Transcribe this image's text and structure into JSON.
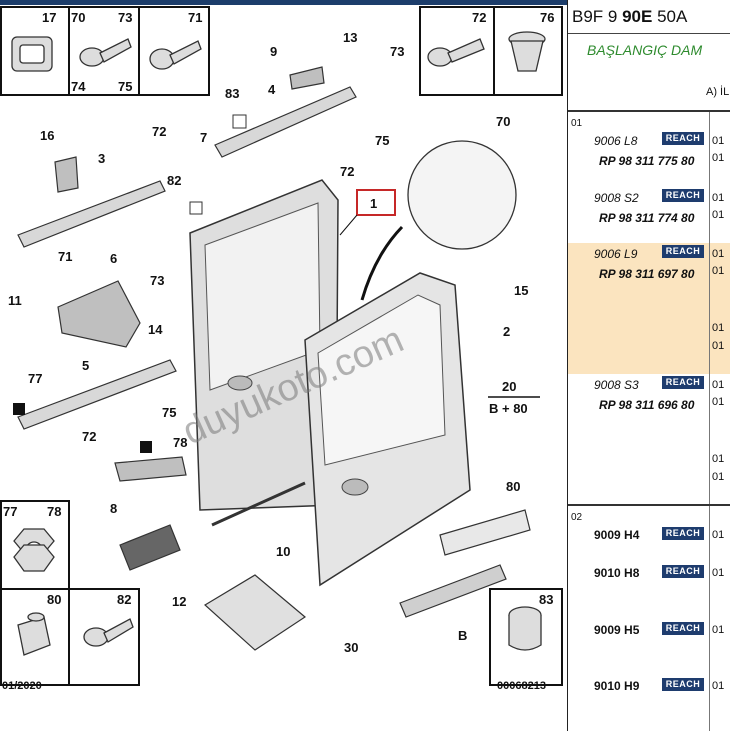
{
  "diagram": {
    "inset_labels": {
      "top_left_a": "17",
      "top_left_b": "70",
      "top_left_c": "73",
      "top_left_d": "74",
      "top_left_e": "75",
      "top_left_f": "71",
      "top_right_a": "72",
      "top_right_b": "76",
      "bottom_left_a": "77",
      "bottom_left_b": "78",
      "bottom_left_c": "80",
      "bottom_left_d": "82",
      "bottom_right": "83"
    },
    "callouts": [
      "16",
      "3",
      "71",
      "11",
      "5",
      "77",
      "72",
      "8",
      "72",
      "7",
      "82",
      "6",
      "73",
      "83",
      "4",
      "9",
      "13",
      "73",
      "75",
      "72",
      "14",
      "75",
      "78",
      "10",
      "12",
      "30",
      "1",
      "70",
      "15",
      "2",
      "20",
      "80",
      "B"
    ],
    "ref_label": "B + 80",
    "watermark": "duyukoto.com",
    "footer_left": "01/2020",
    "footer_right": "00068213"
  },
  "panel": {
    "ref_prefix": "B9F 9",
    "ref_bold": "90E",
    "ref_suffix": "50A",
    "title": "BAŞLANGIÇ DAM",
    "subcode": "A) İL",
    "groups": [
      {
        "num": "01"
      },
      {
        "num": "02"
      }
    ],
    "rows": [
      {
        "code": "9006 L8",
        "badge": "REACH",
        "qty": "01",
        "rp": "RP 98 311 775 80",
        "qty2": "01"
      },
      {
        "code": "9008 S2",
        "badge": "REACH",
        "qty": "01",
        "rp": "RP 98 311 774 80",
        "qty2": "01"
      },
      {
        "code": "9006 L9",
        "badge": "REACH",
        "qty": "01",
        "rp": "RP 98 311 697 80",
        "qty2": "01",
        "extra": [
          "01",
          "01"
        ]
      },
      {
        "code": "9008 S3",
        "badge": "REACH",
        "qty": "01",
        "rp": "RP 98 311 696 80",
        "qty2": "01",
        "extra": [
          "01",
          "01"
        ]
      },
      {
        "code": "9009 H4",
        "badge": "REACH",
        "qty": "01"
      },
      {
        "code": "9010 H8",
        "badge": "REACH",
        "qty": "01"
      },
      {
        "code": "9009 H5",
        "badge": "REACH",
        "qty": "01"
      },
      {
        "code": "9010 H9",
        "badge": "REACH",
        "qty": "01"
      }
    ]
  }
}
